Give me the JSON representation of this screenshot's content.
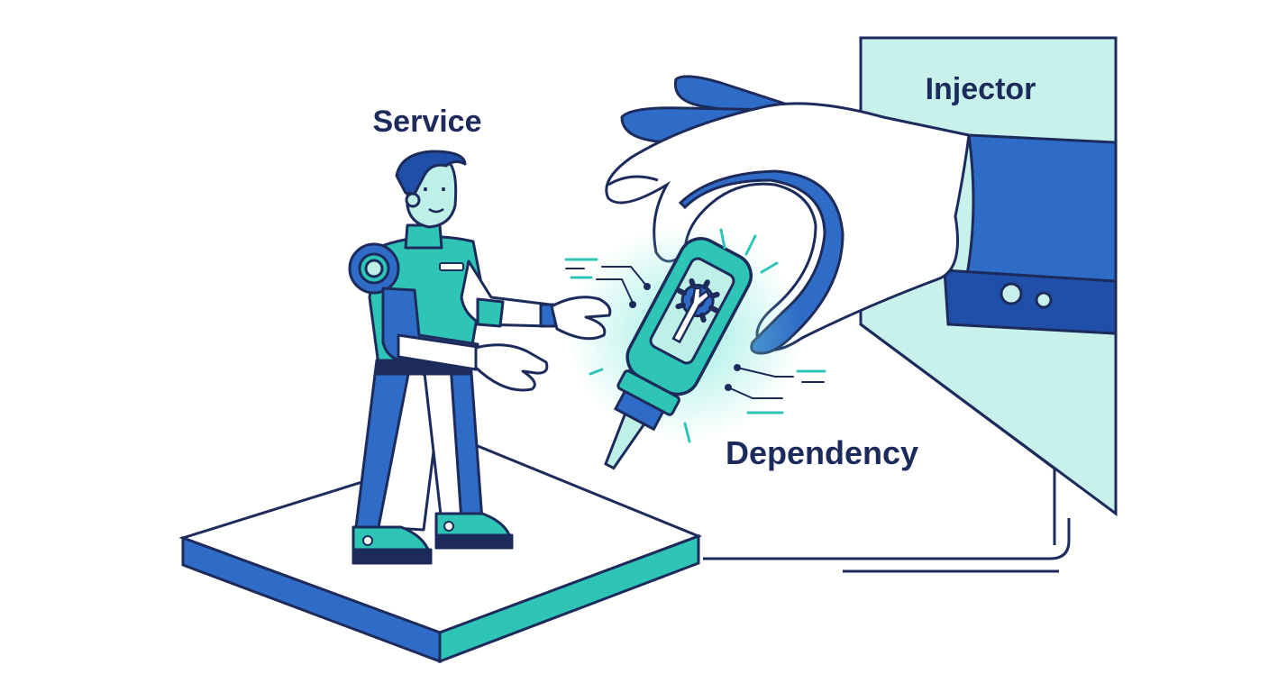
{
  "labels": {
    "service": "Service",
    "dependency": "Dependency",
    "injector": "Injector"
  },
  "palette": {
    "navy": "#1d2b5c",
    "blue": "#2f6cc8",
    "teal": "#2ec4b6",
    "mint": "#bff0e8",
    "white": "#ffffff"
  },
  "icons": {
    "dependency_symbol": "wrench-gear-icon"
  }
}
